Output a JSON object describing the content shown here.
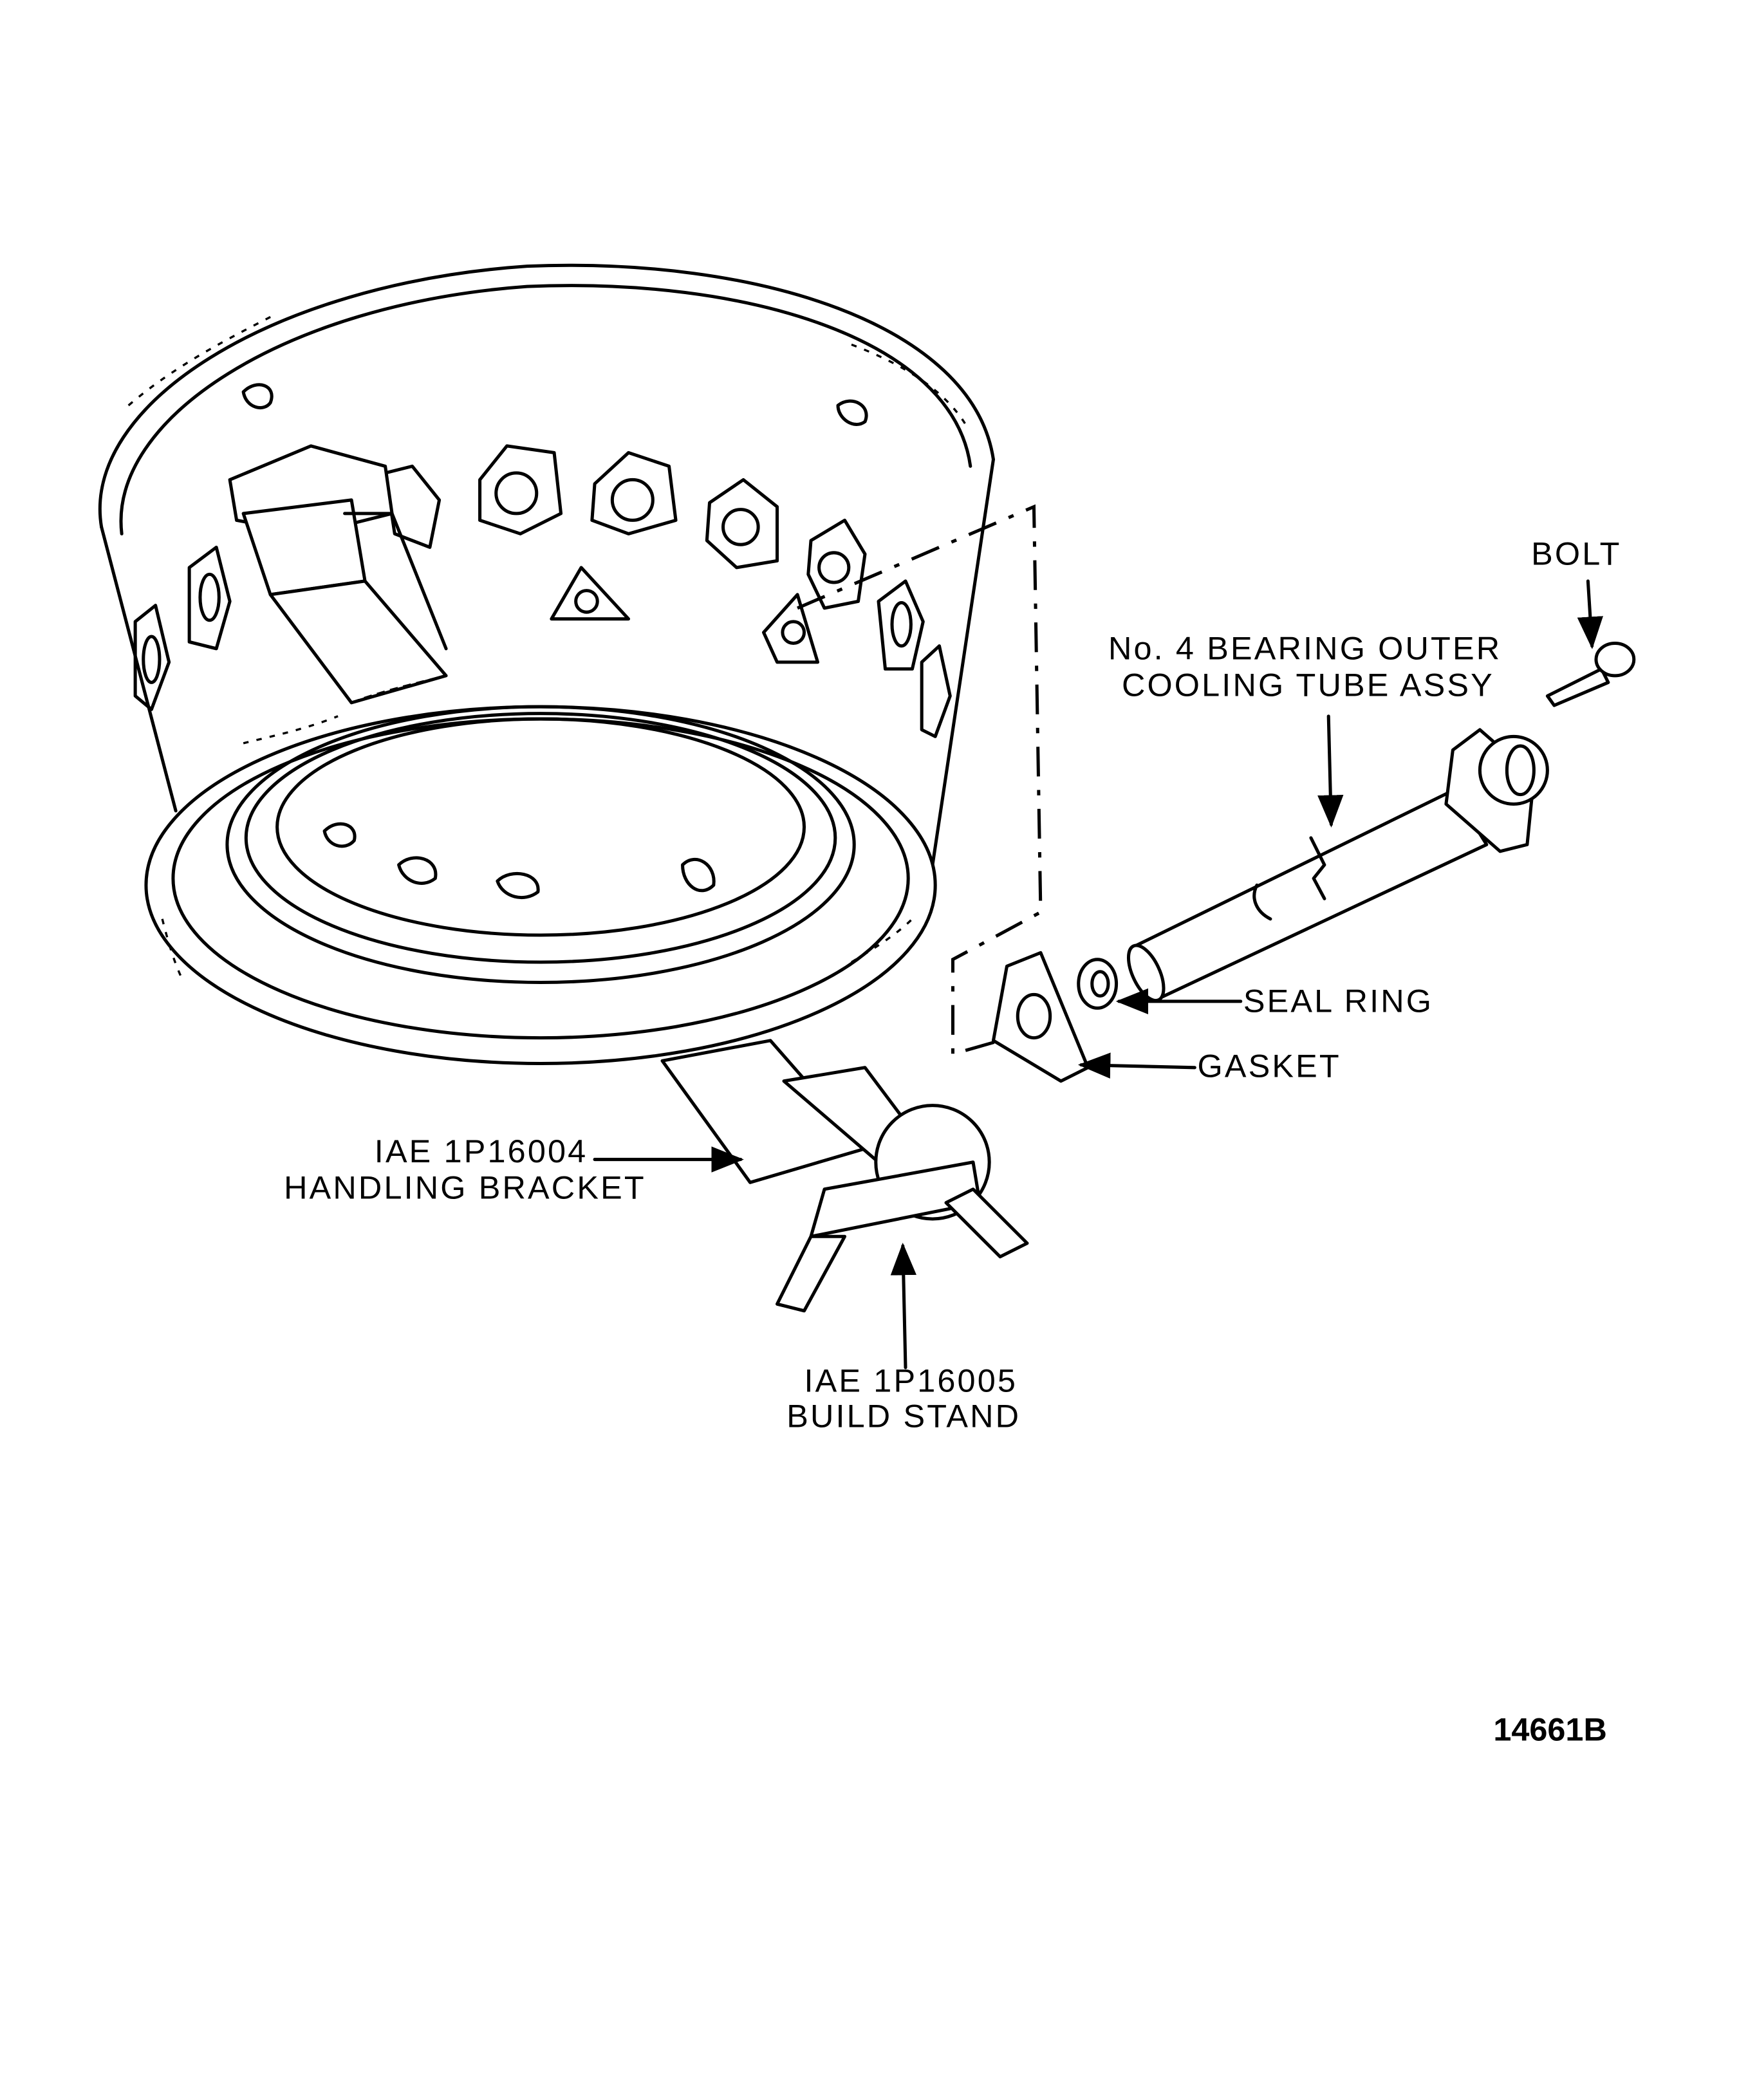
{
  "labels": {
    "bolt": "BOLT",
    "tube_line1": "No. 4 BEARING OUTER",
    "tube_line2": "COOLING TUBE ASSY",
    "seal_ring": "SEAL RING",
    "gasket": "GASKET",
    "bracket_line1": "IAE 1P16004",
    "bracket_line2": "HANDLING BRACKET",
    "stand_line1": "IAE 1P16005",
    "stand_line2": "BUILD STAND"
  },
  "figure_number": "14661B"
}
